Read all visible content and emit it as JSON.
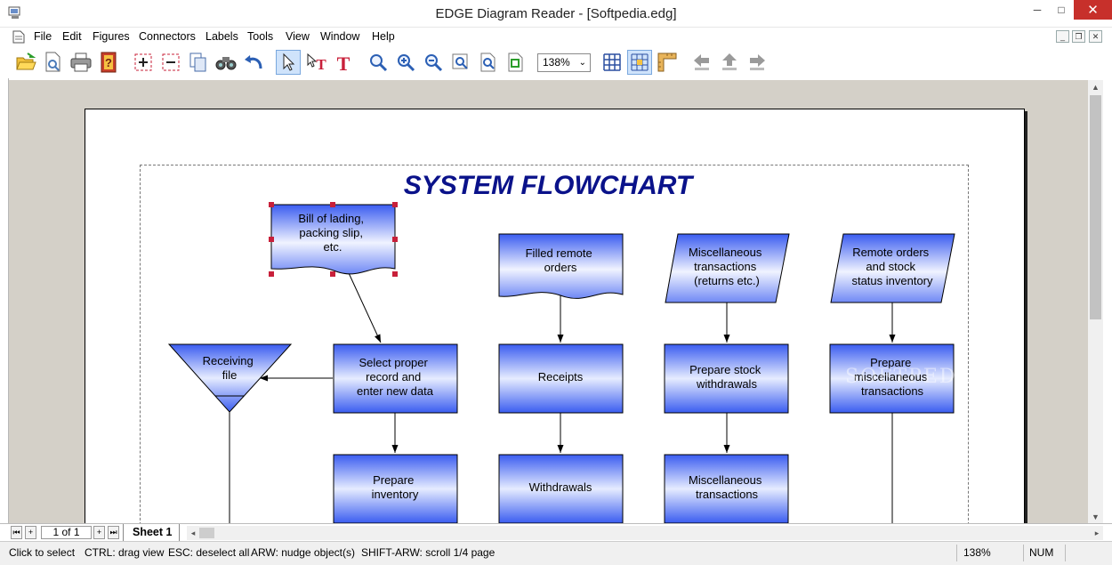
{
  "window": {
    "title": "EDGE Diagram Reader - [Softpedia.edg]",
    "minimize": "─",
    "maximize": "□",
    "close": "✕"
  },
  "menu": {
    "items": [
      "File",
      "Edit",
      "Figures",
      "Connectors",
      "Labels",
      "Tools",
      "View",
      "Window",
      "Help"
    ],
    "mdi_min": "_",
    "mdi_restore": "❐",
    "mdi_close": "✕"
  },
  "toolbar": {
    "zoom_value": "138%",
    "zoom_arrow": "⌄",
    "text_tool_1": "T",
    "text_tool_2": "T"
  },
  "diagram": {
    "title": "SYSTEM FLOWCHART",
    "shapes": {
      "bill": [
        "Bill of lading,",
        "packing slip,",
        "etc."
      ],
      "filled": [
        "Filled remote",
        "orders"
      ],
      "misc_trans": [
        "Miscellaneous",
        "transactions",
        "(returns etc.)"
      ],
      "remote": [
        "Remote orders",
        "and stock",
        "status inventory"
      ],
      "receiving": [
        "Receiving",
        "file"
      ],
      "select": [
        "Select proper",
        "record and",
        "enter new data"
      ],
      "receipts": [
        "Receipts"
      ],
      "prep_stock": [
        "Prepare stock",
        "withdrawals"
      ],
      "prep_misc": [
        "Prepare",
        "miscellaneous",
        "transactions"
      ],
      "prep_inv": [
        "Prepare",
        "inventory"
      ],
      "withdrawals": [
        "Withdrawals"
      ],
      "misc_tx": [
        "Miscellaneous",
        "transactions"
      ]
    },
    "watermark": "SOFTPEDIA"
  },
  "colors": {
    "shape_dark": "#3a5cf0",
    "shape_light": "#e6ecff",
    "title": "#0a128a",
    "handle": "#c8203a",
    "workspace": "#d4d0c8"
  },
  "sheetbar": {
    "first": "⏮",
    "add": "+",
    "page": "1 of 1",
    "add2": "+",
    "last": "⏭",
    "sheet": "Sheet 1",
    "left": "◂",
    "right": "▸"
  },
  "status": {
    "hints": [
      "Click to select",
      "CTRL: drag view",
      "ESC: deselect all",
      "ARW: nudge object(s)",
      "SHIFT-ARW: scroll 1/4 page"
    ],
    "zoom": "138%",
    "num": "NUM"
  }
}
